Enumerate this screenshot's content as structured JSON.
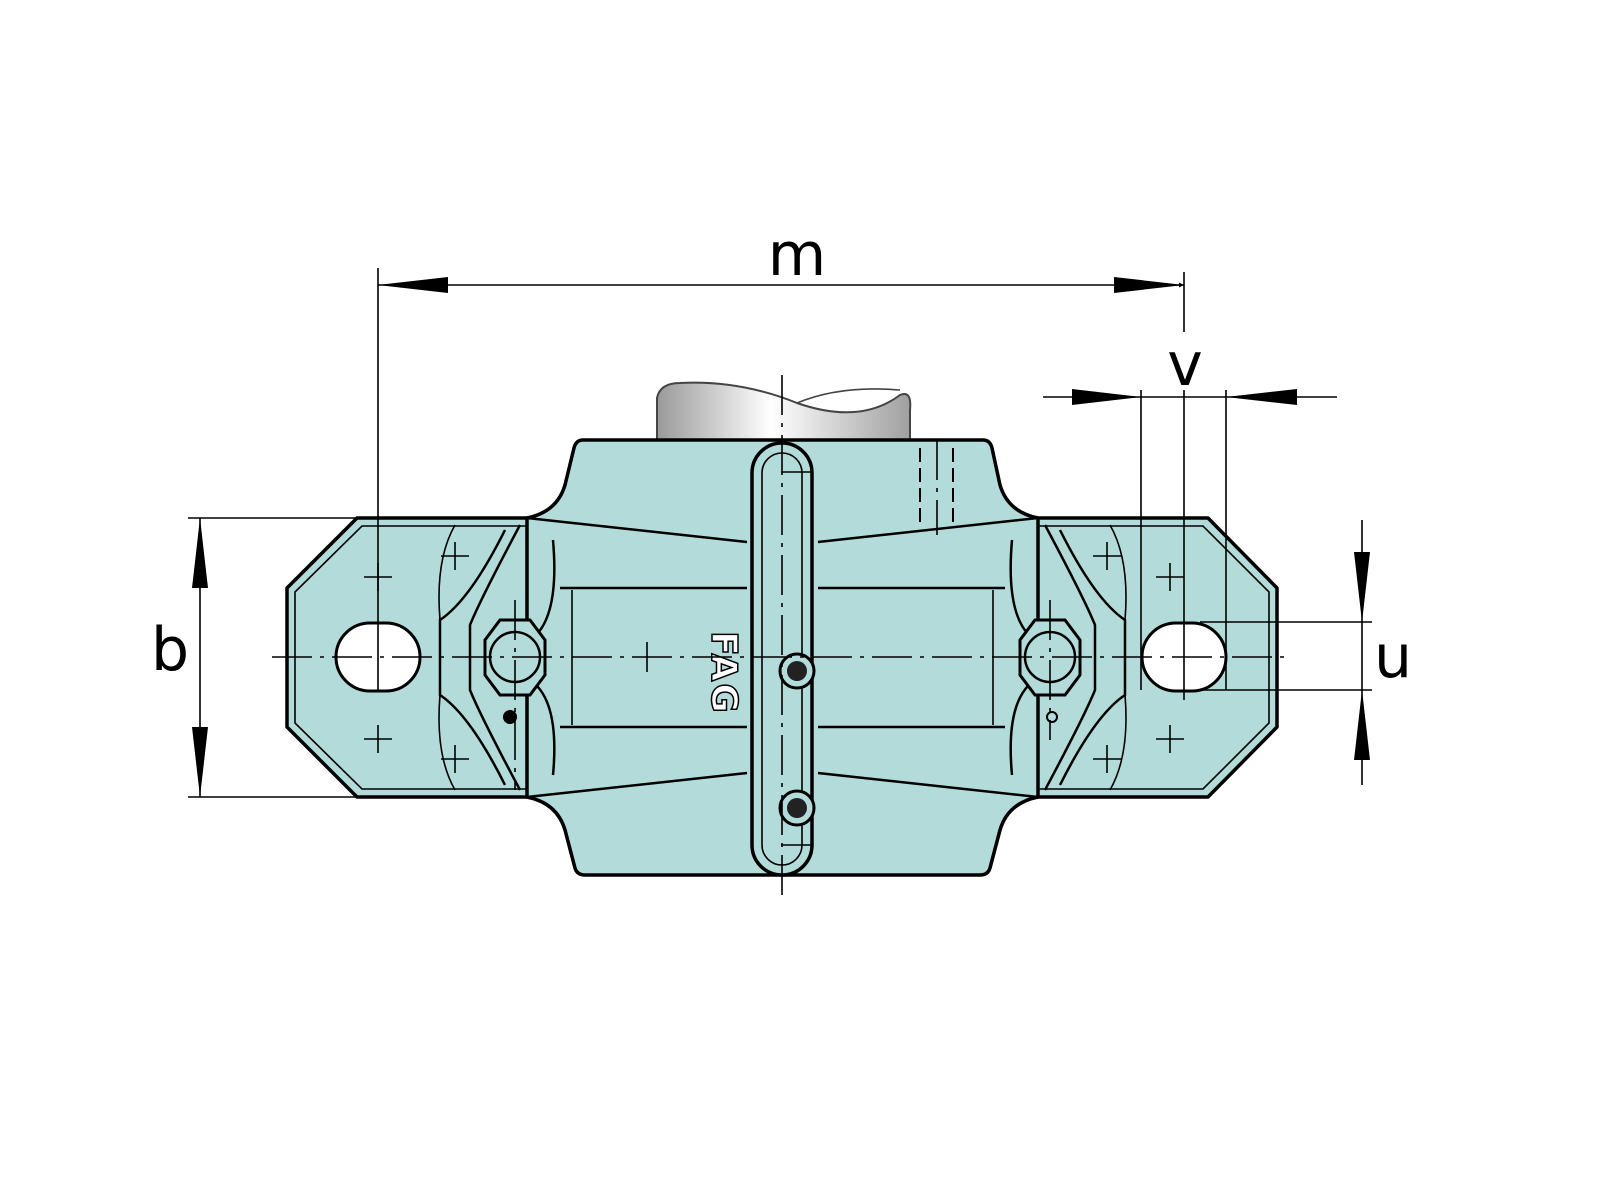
{
  "diagram": {
    "dimensions": {
      "m": "m",
      "v": "v",
      "b": "b",
      "u": "u"
    },
    "logo": "FAG",
    "colors": {
      "housing": "#b3dbda",
      "shaft": "#c8c8c8",
      "line": "#000000"
    }
  }
}
